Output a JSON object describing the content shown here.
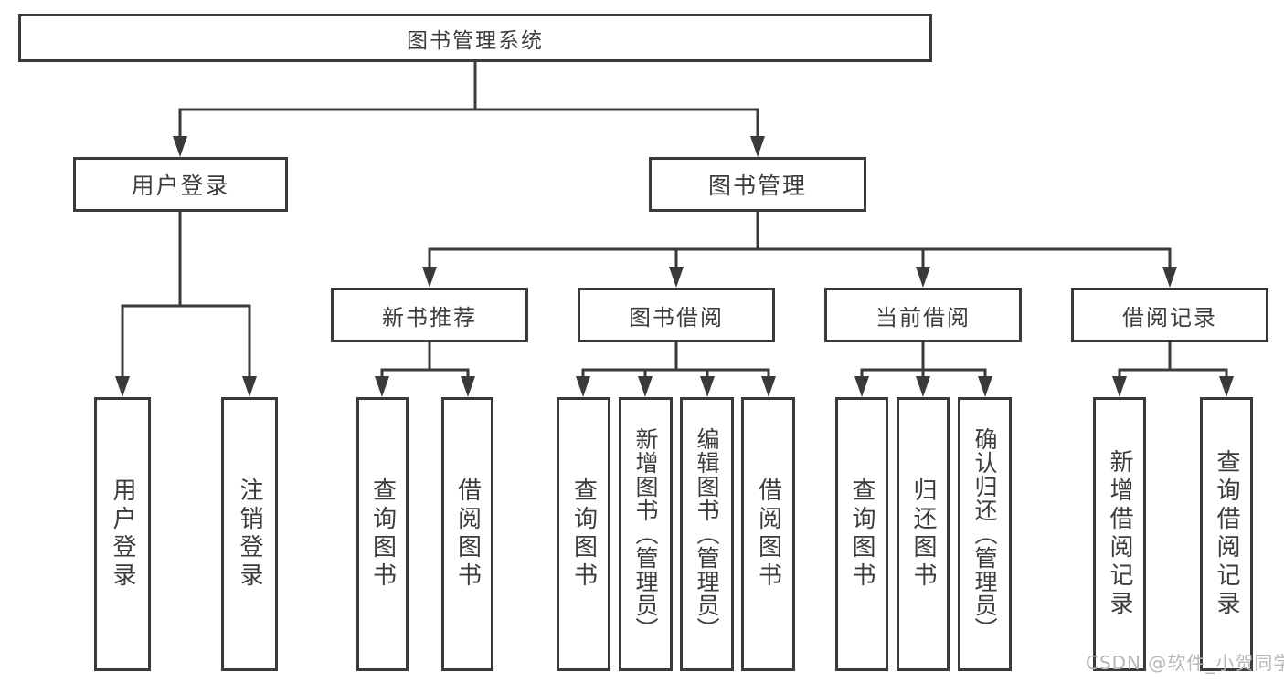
{
  "diagram": {
    "root": {
      "label": "图书管理系统"
    },
    "children": [
      {
        "label": "用户登录",
        "children": [
          {
            "label": "用户登录"
          },
          {
            "label": "注销登录"
          }
        ]
      },
      {
        "label": "图书管理",
        "children": [
          {
            "label": "新书推荐",
            "children": [
              {
                "label": "查询图书"
              },
              {
                "label": "借阅图书"
              }
            ]
          },
          {
            "label": "图书借阅",
            "children": [
              {
                "label": "查询图书"
              },
              {
                "label": "新增图书（管理员）"
              },
              {
                "label": "编辑图书（管理员）"
              },
              {
                "label": "借阅图书"
              }
            ]
          },
          {
            "label": "当前借阅",
            "children": [
              {
                "label": "查询图书"
              },
              {
                "label": "归还图书"
              },
              {
                "label": "确认归还（管理员）"
              }
            ]
          },
          {
            "label": "借阅记录",
            "children": [
              {
                "label": "新增借阅记录"
              },
              {
                "label": "查询借阅记录"
              }
            ]
          }
        ]
      }
    ]
  },
  "watermark": {
    "text": "CSDN @软件_小贺同学"
  },
  "colors": {
    "line": "#3a3a3a",
    "box_border": "#3a3a3a",
    "text": "#3c3c3c",
    "background": "#ffffff",
    "watermark": "#b7b7b7"
  }
}
